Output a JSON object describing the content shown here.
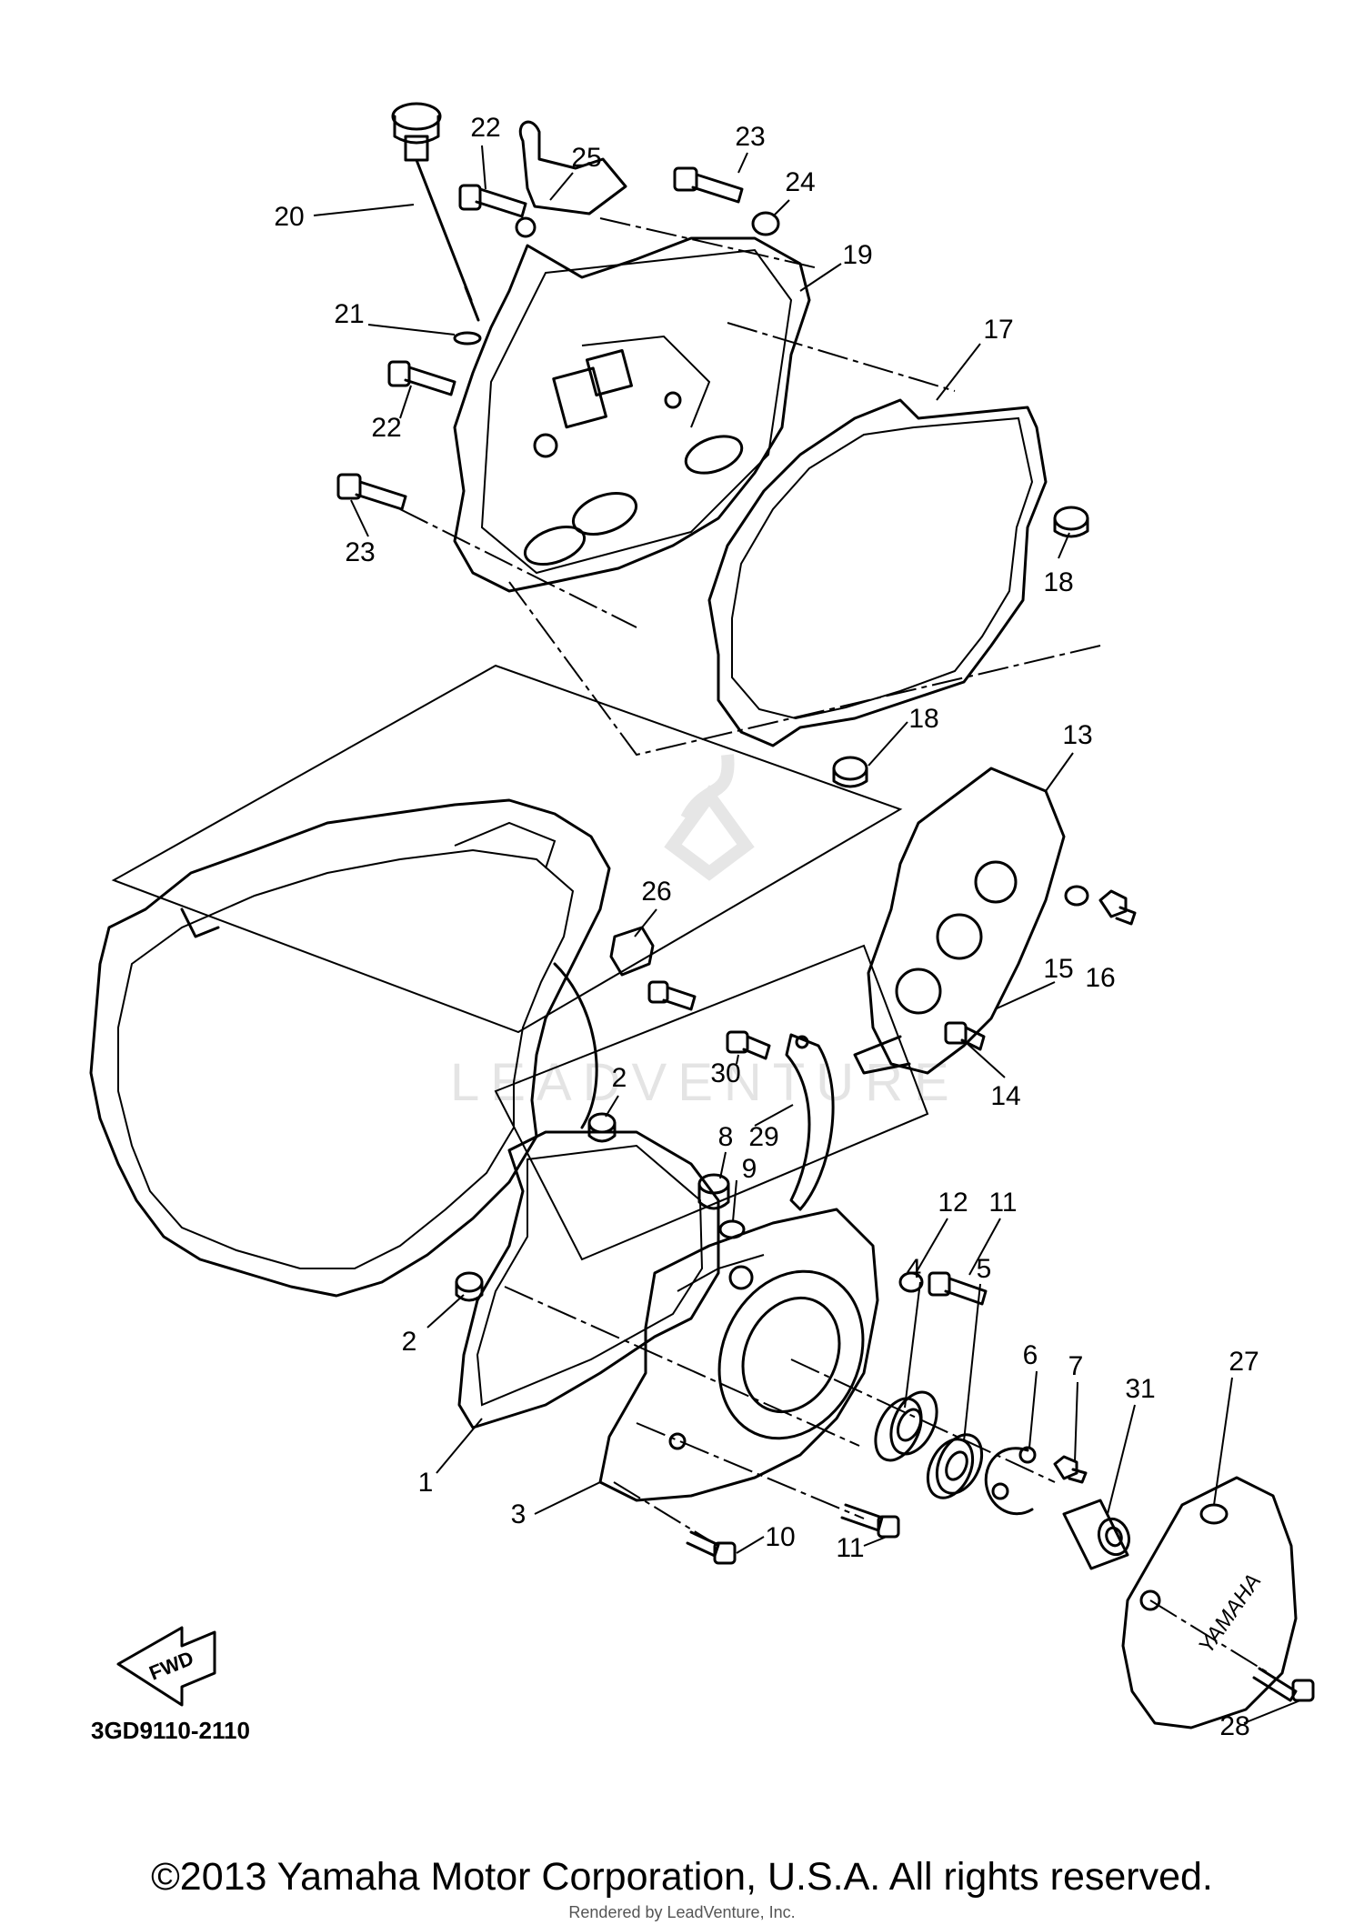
{
  "diagram": {
    "drawing_number": "3GD9110-2110",
    "fwd_label": "FWD",
    "brand_mark": "YAMAHA",
    "watermark": "LEADVENTURE",
    "callouts": {
      "c20": "20",
      "c22a": "22",
      "c25": "25",
      "c23a": "23",
      "c24": "24",
      "c19": "19",
      "c21": "21",
      "c22b": "22",
      "c17": "17",
      "c23b": "23",
      "c18a": "18",
      "c18b": "18",
      "c13": "13",
      "c26": "26",
      "c15": "15",
      "c16": "16",
      "c30": "30",
      "c2a": "2",
      "c14": "14",
      "c8": "8",
      "c29": "29",
      "c9": "9",
      "c12": "12",
      "c11a": "11",
      "c2b": "2",
      "c6": "6",
      "c7": "7",
      "c4": "4",
      "c5": "5",
      "c27": "27",
      "c31": "31",
      "c1": "1",
      "c3": "3",
      "c10": "10",
      "c11b": "11",
      "c28": "28"
    }
  },
  "footer": {
    "copyright": "©2013 Yamaha Motor Corporation, U.S.A. All rights reserved.",
    "rendered_by": "Rendered by LeadVenture, Inc."
  }
}
